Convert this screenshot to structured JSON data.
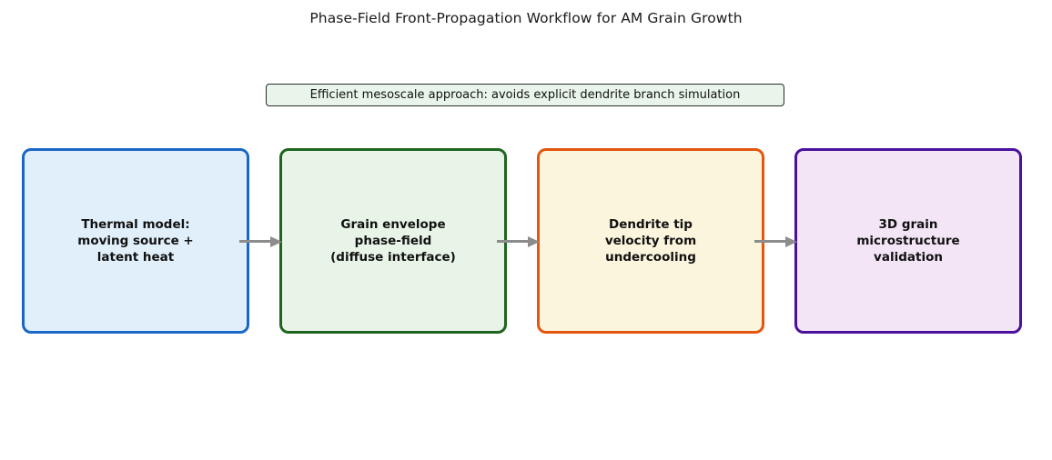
{
  "title": "Phase-Field Front-Propagation Workflow for AM Grain Growth",
  "note": {
    "text": "Efficient mesoscale approach: avoids explicit dendrite branch simulation",
    "fill": "#e9f5ea",
    "border_color": "#2b2b2b"
  },
  "arrow": {
    "color": "#8c8c8c"
  },
  "steps": [
    {
      "label": "Thermal model:\nmoving source +\nlatent heat",
      "fill": "#e1effb",
      "border_color": "#1a67c5"
    },
    {
      "label": "Grain envelope\nphase-field\n(diffuse interface)",
      "fill": "#e8f4e8",
      "border_color": "#20651f"
    },
    {
      "label": "Dendrite tip\nvelocity from\nundercooling",
      "fill": "#fcf5dd",
      "border_color": "#e3560d"
    },
    {
      "label": "3D grain\nmicrostructure\nvalidation",
      "fill": "#f3e5f6",
      "border_color": "#4b109c"
    }
  ]
}
